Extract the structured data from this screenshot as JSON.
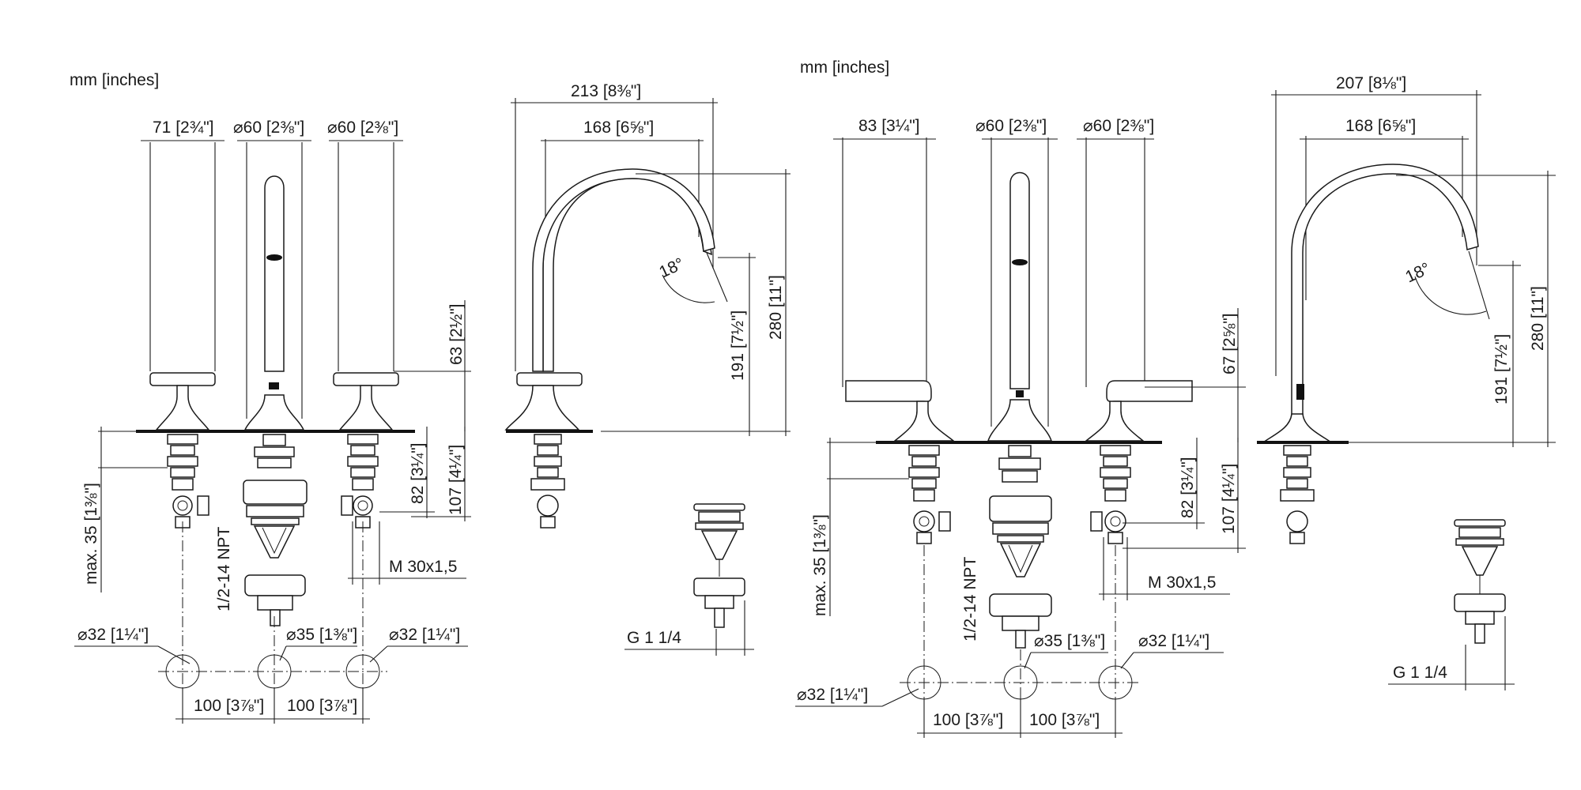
{
  "units_label": "mm [inches]",
  "left_set": {
    "handle_width": "71 [2¾\"]",
    "spout_diameter": "⌀60 [2⅜\"]",
    "handle_diameter": "⌀60 [2⅜\"]",
    "spout_reach_total": "213 [8⅜\"]",
    "spout_reach": "168 [6⅝\"]",
    "spout_angle": "18°",
    "spout_height": "280 [11\"]",
    "outlet_height": "191 [7½\"]",
    "handle_height": "63 [2½\"]",
    "below_deck_1": "82 [3¼\"]",
    "below_deck_2": "107 [4¼\"]",
    "deck_max": "max. 35 [1⅜\"]",
    "npt": "1/2-14 NPT",
    "thread": "M 30x1,5",
    "hole_left": "⌀32 [1¼\"]",
    "hole_center": "⌀35 [1⅜\"]",
    "hole_right": "⌀32 [1¼\"]",
    "spacing_1": "100 [3⅞\"]",
    "spacing_2": "100 [3⅞\"]",
    "drain": "G 1 1/4"
  },
  "right_set": {
    "handle_width": "83 [3¼\"]",
    "spout_diameter": "⌀60 [2⅜\"]",
    "handle_diameter": "⌀60 [2⅜\"]",
    "spout_reach_total": "207 [8⅛\"]",
    "spout_reach": "168 [6⅝\"]",
    "spout_angle": "18°",
    "spout_height": "280 [11\"]",
    "outlet_height": "191 [7½\"]",
    "handle_height": "67 [2⅝\"]",
    "below_deck_1": "82 [3¼\"]",
    "below_deck_2": "107 [4¼\"]",
    "deck_max": "max. 35 [1⅜\"]",
    "npt": "1/2-14 NPT",
    "thread": "M 30x1,5",
    "hole_left": "⌀32 [1¼\"]",
    "hole_center": "⌀35 [1⅜\"]",
    "hole_right": "⌀32 [1¼\"]",
    "spacing_1": "100 [3⅞\"]",
    "spacing_2": "100 [3⅞\"]",
    "drain": "G 1 1/4"
  }
}
